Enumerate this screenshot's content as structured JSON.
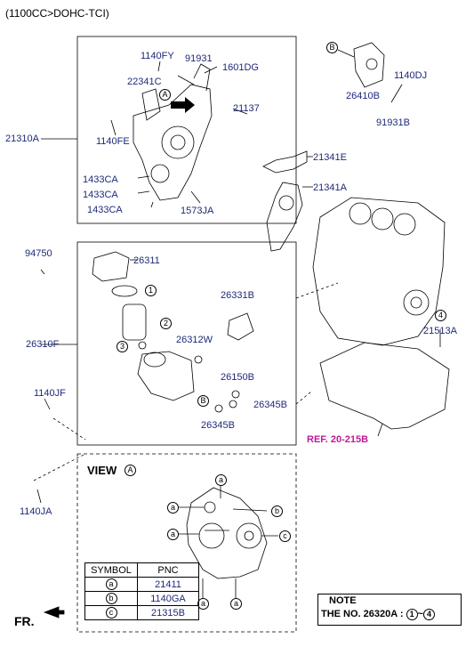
{
  "header": "(1100CC>DOHC-TCI)",
  "labels": {
    "p1140FY": "1140FY",
    "p91931a": "91931",
    "p1601DG": "1601DG",
    "p22341C": "22341C",
    "p21137": "21137",
    "p21310A": "21310A",
    "p1140FE": "1140FE",
    "p1433CA1": "1433CA",
    "p1433CA2": "1433CA",
    "p1433CA3": "1433CA",
    "p1573JA": "1573JA",
    "p26410B": "26410B",
    "p1140DJ": "1140DJ",
    "p91931B": "91931B",
    "p21341E": "21341E",
    "p21341A": "21341A",
    "p94750": "94750",
    "p26311": "26311",
    "p26331B": "26331B",
    "p26310F": "26310F",
    "p26312W": "26312W",
    "p26150B": "26150B",
    "p26345B1": "26345B",
    "p26345B2": "26345B",
    "p1140JF": "1140JF",
    "p1140JA": "1140JA",
    "p21513A": "21513A",
    "ref": "REF. 20-215B"
  },
  "callouts": {
    "A": "A",
    "B": "B",
    "B2": "B",
    "n1": "1",
    "n2": "2",
    "n3": "3",
    "n4": "4"
  },
  "view": {
    "title": "VIEW",
    "letter": "A"
  },
  "symbol_table": {
    "col_symbol": "SYMBOL",
    "col_pnc": "PNC",
    "rows": [
      {
        "symbol": "a",
        "pnc": "21411"
      },
      {
        "symbol": "b",
        "pnc": "1140GA"
      },
      {
        "symbol": "c",
        "pnc": "21315B"
      }
    ]
  },
  "note": {
    "title": "NOTE",
    "prefix": "THE NO. 26320A :",
    "from": "1",
    "sep": "~",
    "to": "4"
  },
  "fr": "FR."
}
